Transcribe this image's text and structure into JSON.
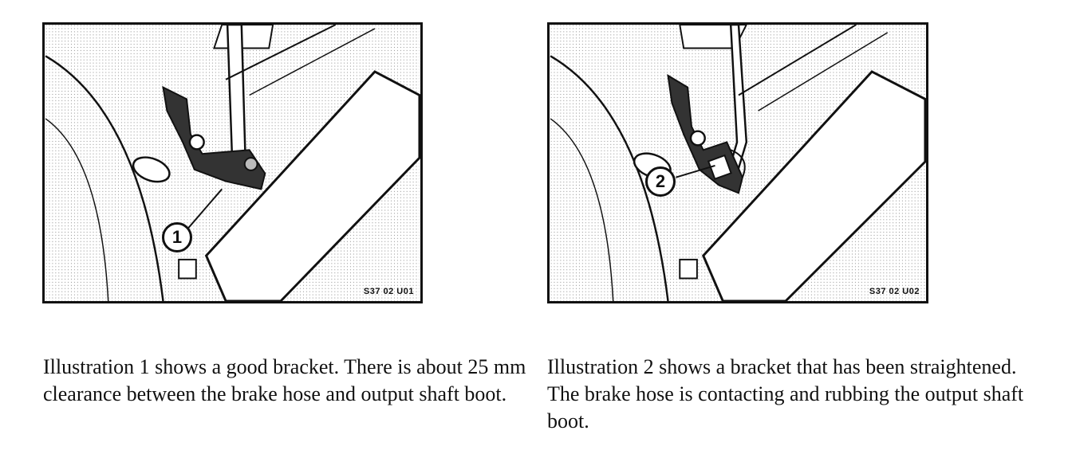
{
  "figures": [
    {
      "code": "S37 02 U01",
      "callout": "1",
      "caption": "Illustration 1 shows a good bracket. There is about 25 mm clearance between the brake hose and output shaft boot."
    },
    {
      "code": "S37 02 U02",
      "callout": "2",
      "caption": "Illustration 2 shows a bracket that has been straightened. The brake hose is contacting and rubbing the output shaft boot."
    }
  ]
}
